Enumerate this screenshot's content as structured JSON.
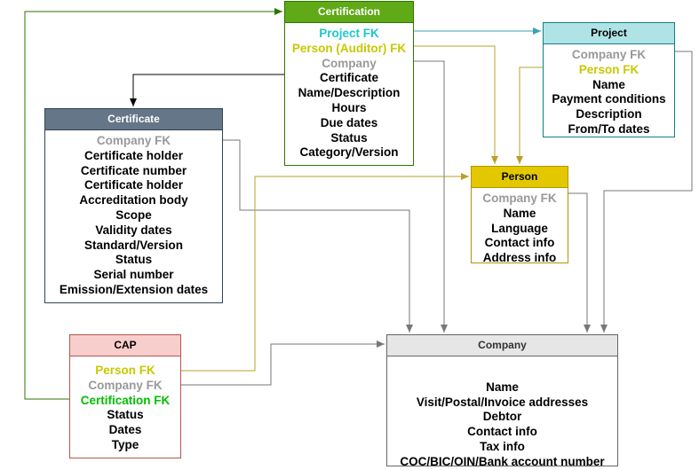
{
  "certification": {
    "title": "Certification",
    "fields": [
      {
        "text": "Project FK",
        "style": "fk-cyan"
      },
      {
        "text": "Person (Auditor) FK",
        "style": "fk-yellow"
      },
      {
        "text": "Company",
        "style": "fk-gray"
      },
      {
        "text": "Certificate",
        "style": ""
      },
      {
        "text": "Name/Description",
        "style": ""
      },
      {
        "text": "Hours",
        "style": ""
      },
      {
        "text": "Due dates",
        "style": ""
      },
      {
        "text": "Status",
        "style": ""
      },
      {
        "text": "Category/Version",
        "style": ""
      }
    ]
  },
  "project": {
    "title": "Project",
    "fields": [
      {
        "text": "Company FK",
        "style": "fk-gray"
      },
      {
        "text": "Person FK",
        "style": "fk-yellow"
      },
      {
        "text": "Name",
        "style": ""
      },
      {
        "text": "Payment conditions",
        "style": ""
      },
      {
        "text": "Description",
        "style": ""
      },
      {
        "text": "From/To dates",
        "style": ""
      }
    ]
  },
  "certificate": {
    "title": "Certificate",
    "fields": [
      {
        "text": "Company FK",
        "style": "fk-gray"
      },
      {
        "text": "Certificate holder",
        "style": ""
      },
      {
        "text": "Certificate number",
        "style": ""
      },
      {
        "text": "Certificate holder",
        "style": ""
      },
      {
        "text": "Accreditation body",
        "style": ""
      },
      {
        "text": "Scope",
        "style": ""
      },
      {
        "text": "Validity dates",
        "style": ""
      },
      {
        "text": "Standard/Version",
        "style": ""
      },
      {
        "text": "Status",
        "style": ""
      },
      {
        "text": "Serial number",
        "style": ""
      },
      {
        "text": "Emission/Extension dates",
        "style": ""
      }
    ]
  },
  "person": {
    "title": "Person",
    "fields": [
      {
        "text": "Company FK",
        "style": "fk-gray"
      },
      {
        "text": "Name",
        "style": ""
      },
      {
        "text": "Language",
        "style": ""
      },
      {
        "text": "Contact info",
        "style": ""
      },
      {
        "text": "Address info",
        "style": ""
      }
    ]
  },
  "cap": {
    "title": "CAP",
    "fields": [
      {
        "text": "Person FK",
        "style": "fk-yellow"
      },
      {
        "text": "Company FK",
        "style": "fk-gray"
      },
      {
        "text": "Certification FK",
        "style": "fk-green"
      },
      {
        "text": "Status",
        "style": ""
      },
      {
        "text": "Dates",
        "style": ""
      },
      {
        "text": "Type",
        "style": ""
      }
    ]
  },
  "company": {
    "title": "Company",
    "fields": [
      {
        "text": "",
        "style": ""
      },
      {
        "text": "Name",
        "style": ""
      },
      {
        "text": "Visit/Postal/Invoice addresses",
        "style": ""
      },
      {
        "text": "Debtor",
        "style": ""
      },
      {
        "text": "Contact info",
        "style": ""
      },
      {
        "text": "Tax info",
        "style": ""
      },
      {
        "text": "COC/BIC/OIN/Bank account number",
        "style": ""
      }
    ]
  },
  "colors": {
    "cyan_link": "#3ca0b0",
    "yellow_link": "#b8a02a",
    "gray_link": "#777777",
    "green_link": "#2d7600",
    "black_link": "#000000"
  }
}
